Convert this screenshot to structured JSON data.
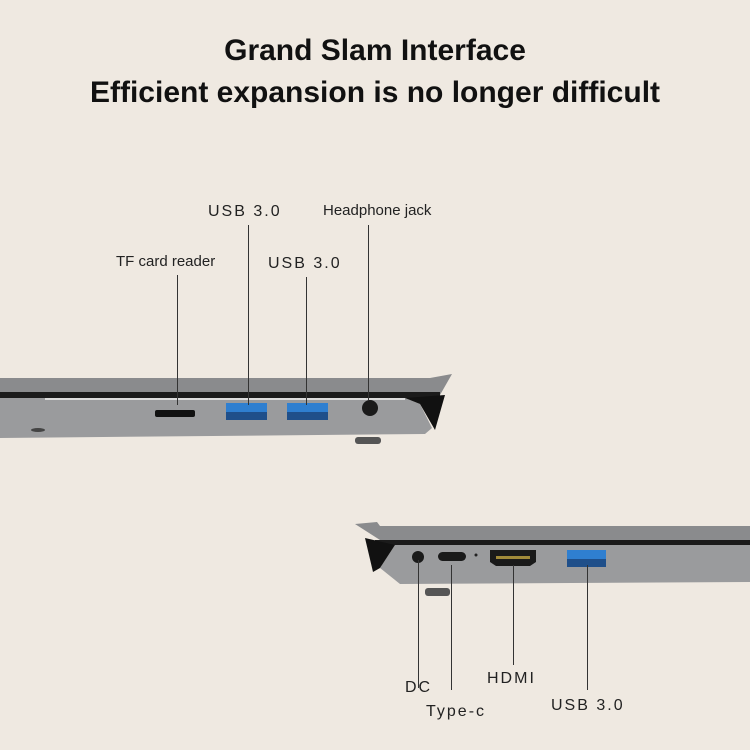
{
  "header": {
    "title_line1": "Grand Slam Interface",
    "title_line2": "Efficient expansion is no longer difficult"
  },
  "left_side_ports": {
    "usb_top": "USB 3.0",
    "headphone": "Headphone jack",
    "tf": "TF card reader",
    "usb_second": "USB 3.0"
  },
  "right_side_ports": {
    "dc": "DC",
    "typec": "Type-c",
    "hdmi": "HDMI",
    "usb": "USB 3.0"
  },
  "colors": {
    "background": "#efe9e1",
    "usb_blue": "#2f7fd0",
    "chassis": "#8e8f91"
  }
}
